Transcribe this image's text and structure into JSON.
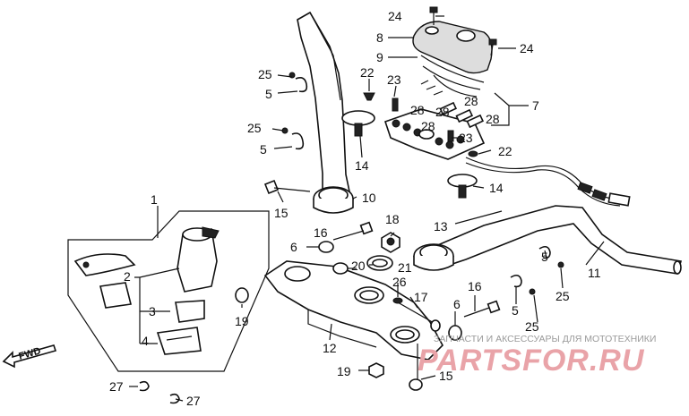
{
  "labels": {
    "l1": "1",
    "l2": "2",
    "l3": "3",
    "l4": "4",
    "l5a": "5",
    "l5b": "5",
    "l5c": "5",
    "l5d": "5",
    "l6a": "6",
    "l6b": "6",
    "l7": "7",
    "l8": "8",
    "l9": "9",
    "l10": "10",
    "l11": "11",
    "l12": "12",
    "l13": "13",
    "l14a": "14",
    "l14b": "14",
    "l15a": "15",
    "l15b": "15",
    "l16a": "16",
    "l16b": "16",
    "l17": "17",
    "l18": "18",
    "l19a": "19",
    "l19b": "19",
    "l20": "20",
    "l21": "21",
    "l22a": "22",
    "l22b": "22",
    "l23a": "23",
    "l23b": "23",
    "l24a": "24",
    "l24b": "24",
    "l25a": "25",
    "l25b": "25",
    "l25c": "25",
    "l25d": "25",
    "l26": "26",
    "l27a": "27",
    "l27b": "27",
    "l28a": "28",
    "l28b": "28",
    "l28c": "28",
    "l28d": "28",
    "l28e": "28"
  },
  "fwd_label": "FWD",
  "watermark": {
    "tagline": "ЗАПЧАСТИ И АКСЕССУАРЫ ДЛЯ МОТОТЕХНИКИ",
    "brand": "PARTSFOR.RU",
    "color": "#e9a3a8"
  }
}
